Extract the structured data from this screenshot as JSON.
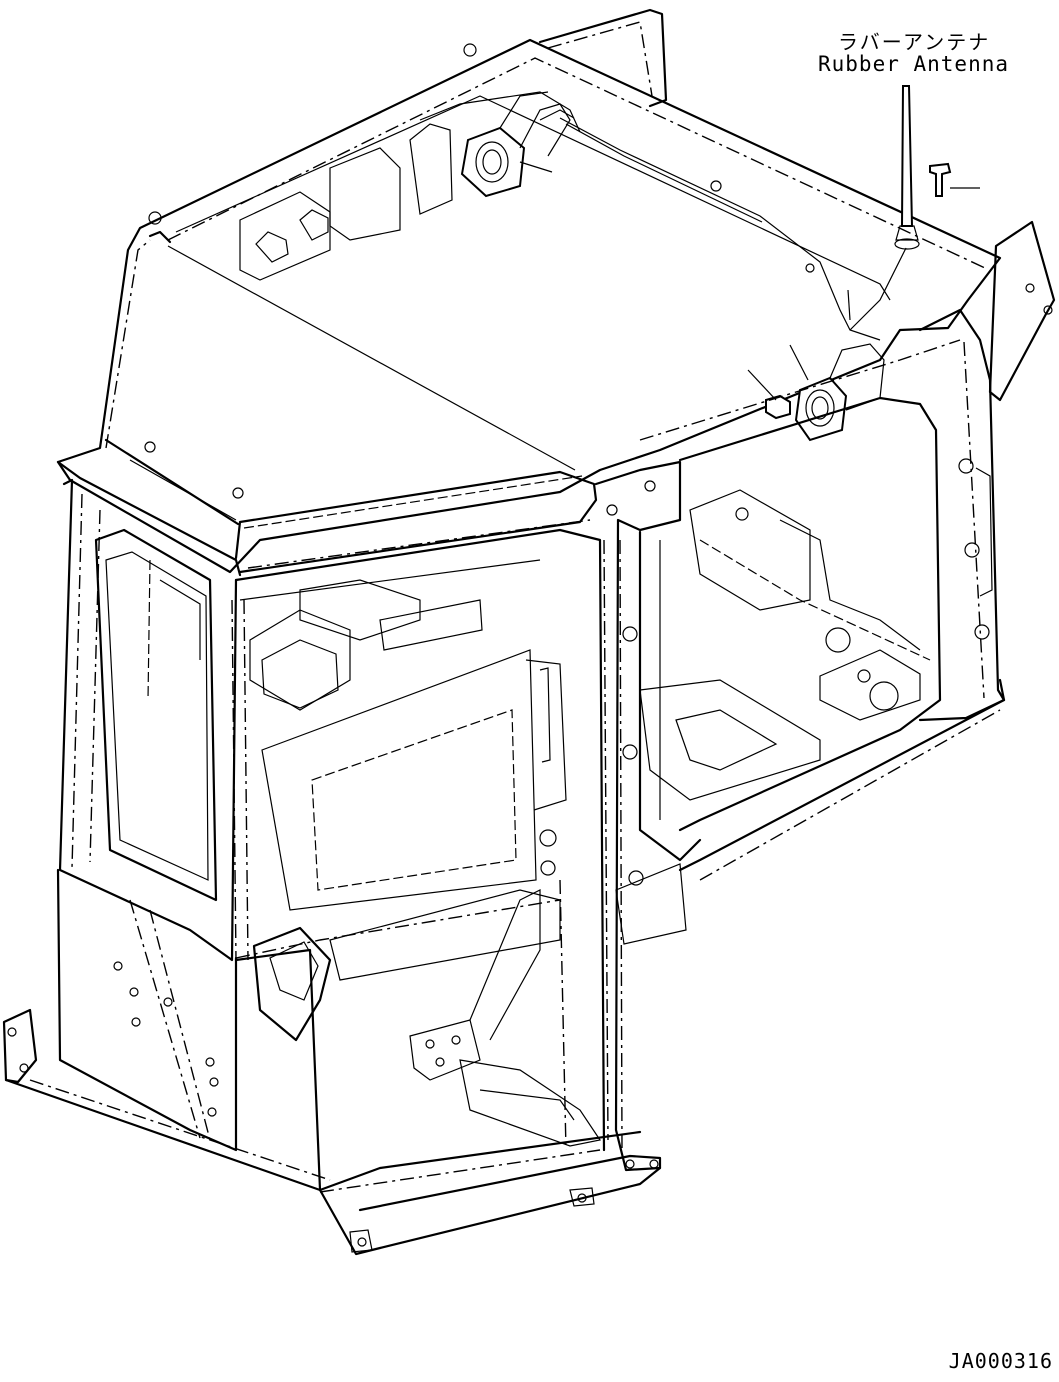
{
  "callout": {
    "label_ja": "ラバーアンテナ",
    "label_en": "Rubber Antenna"
  },
  "drawing_code": "JA000316",
  "colors": {
    "line": "#000000",
    "background": "#ffffff"
  }
}
